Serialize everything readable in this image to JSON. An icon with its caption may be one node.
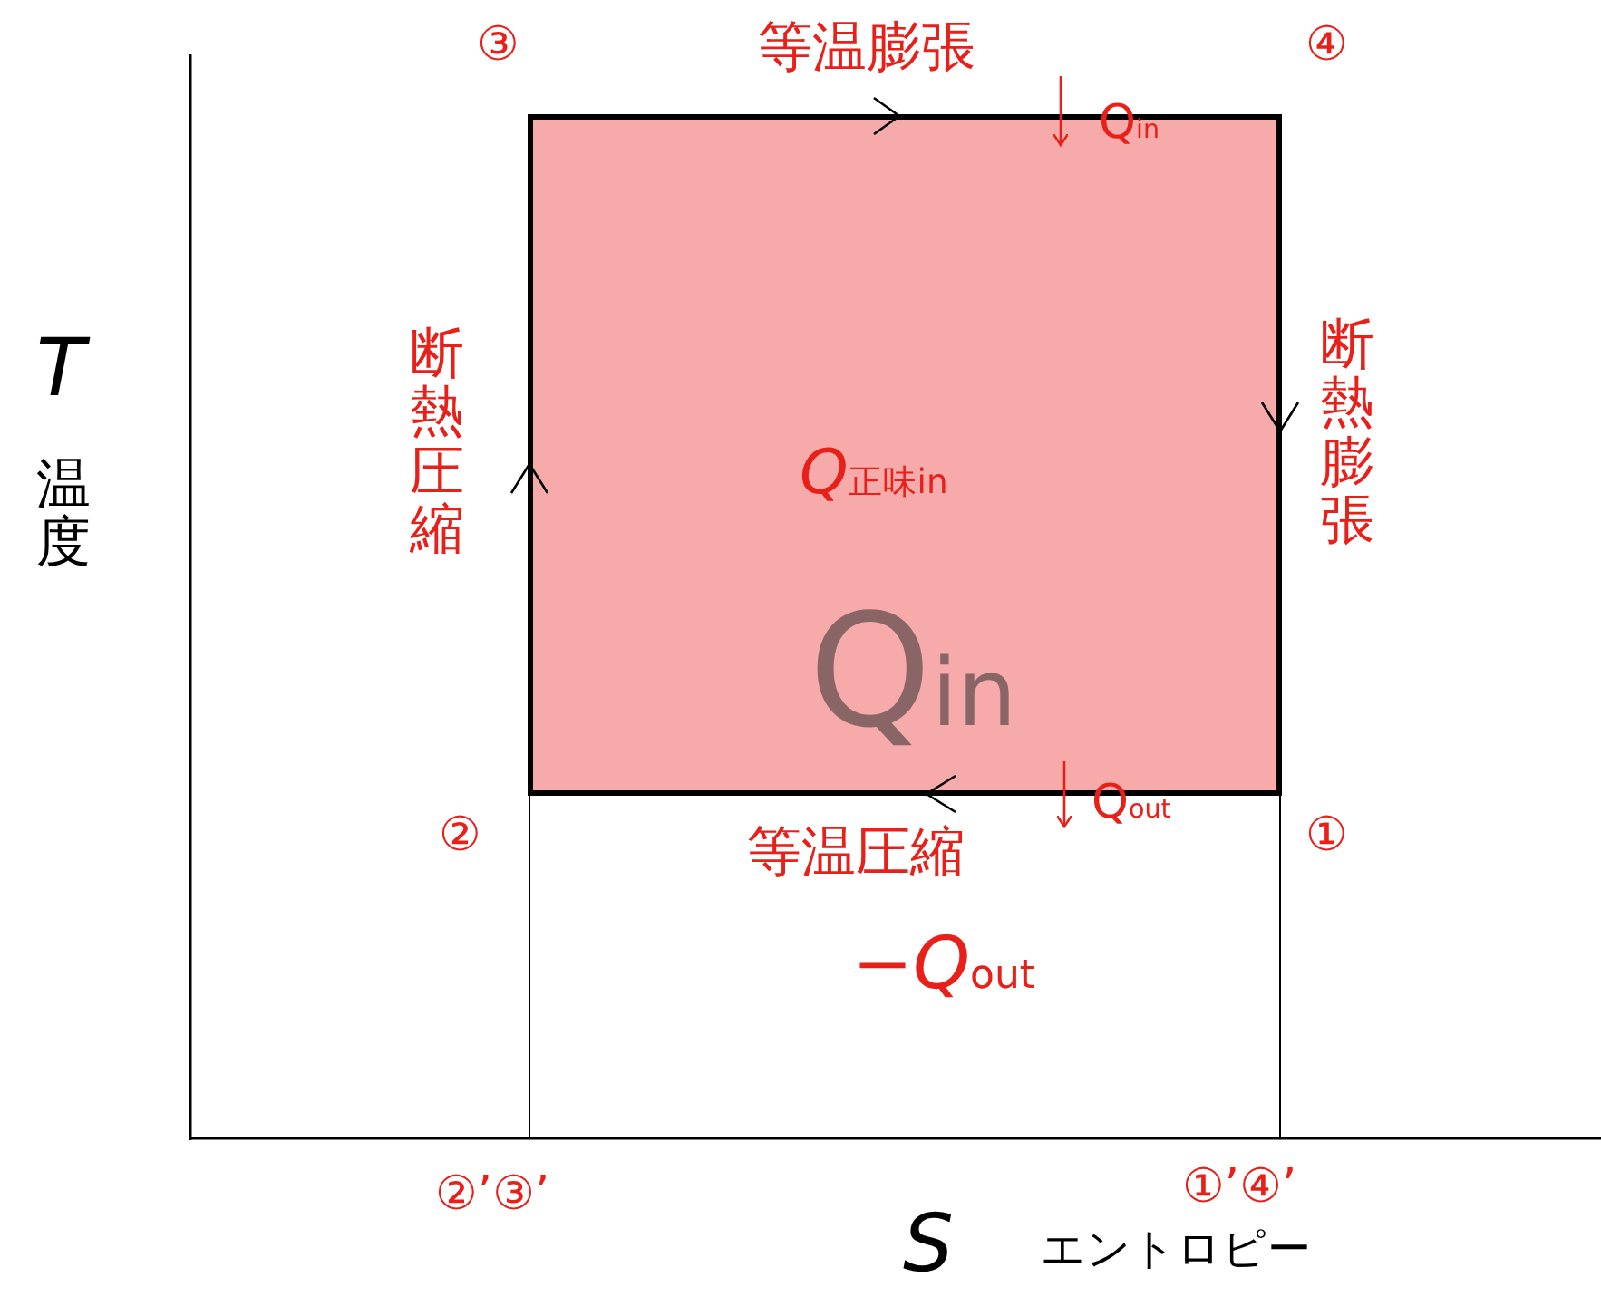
{
  "diagram": {
    "nodes": [
      {
        "text": [
          "*Q*$_{正味in}$",
          "Q$_{in}$"
        ]
      }
    ],
    "labels": [
      "③",
      "等温膨張",
      "④",
      "Q$_{in}$",
      "断熱圧縮",
      "断熱膨張",
      "②",
      "Q$_{out}$",
      "等温圧縮",
      "①",
      "−*Q*$_{out}$",
      "T",
      "温度",
      "②’③’",
      "①’④’",
      "S",
      "エントロピー"
    ]
  }
}
